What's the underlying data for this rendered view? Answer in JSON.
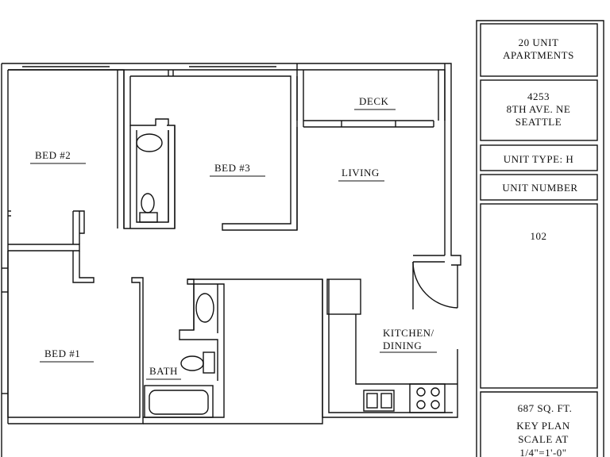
{
  "rooms": {
    "bed2": "BED #2",
    "bed3": "BED #3",
    "bed1": "BED #1",
    "deck": "DECK",
    "living": "LIVING",
    "kitchen_line1": "KITCHEN/",
    "kitchen_line2": "DINING",
    "bath": "BATH"
  },
  "title_block": {
    "project_line1": "20 UNIT",
    "project_line2": "APARTMENTS",
    "address_line1": "4253",
    "address_line2": "8TH AVE. NE",
    "address_line3": "SEATTLE",
    "unit_type": "UNIT TYPE: H",
    "unit_number_label": "UNIT NUMBER",
    "unit_number": "102",
    "area": "687 SQ. FT.",
    "key_plan_line1": "KEY PLAN",
    "key_plan_line2": "SCALE AT",
    "key_plan_line3": "1/4\"=1'-0\""
  }
}
